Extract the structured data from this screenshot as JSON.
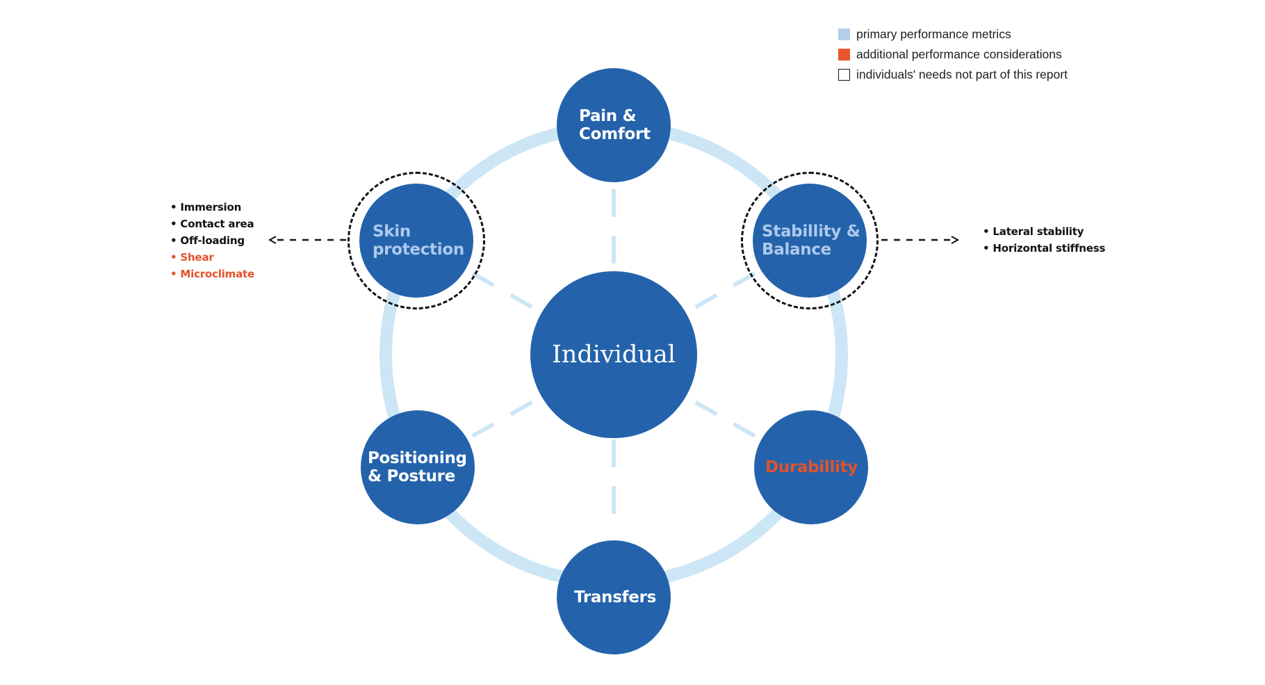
{
  "legend": [
    {
      "label": "primary performance metrics",
      "swatch_color": "#b4cdea",
      "swatch_style": "filled"
    },
    {
      "label": "additional performance considerations",
      "swatch_color": "#e9562d",
      "swatch_style": "filled"
    },
    {
      "label": "individuals' needs not part of this report",
      "swatch_color": "#ffffff",
      "swatch_style": "outline"
    }
  ],
  "center": {
    "label": "Individual"
  },
  "nodes": {
    "pain_comfort": {
      "label": "Pain &\nComfort",
      "color": "#ffffff"
    },
    "skin_protection": {
      "label": "Skin\nprotection",
      "color": "#aec9ec",
      "highlighted": true
    },
    "stability_balance": {
      "label": "Stabillity &\nBalance",
      "color": "#aec9ec",
      "highlighted": true
    },
    "positioning_posture": {
      "label": "Positioning\n& Posture",
      "color": "#ffffff"
    },
    "durability": {
      "label": "Durabillity",
      "color": "#e5522a"
    },
    "transfers": {
      "label": "Transfers",
      "color": "#ffffff"
    }
  },
  "skin_protection_details": [
    {
      "text": "Immersion",
      "color": "#111111"
    },
    {
      "text": "Contact area",
      "color": "#111111"
    },
    {
      "text": "Off-loading",
      "color": "#111111"
    },
    {
      "text": "Shear",
      "color": "#e5522a"
    },
    {
      "text": "Microclimate",
      "color": "#e5522a"
    }
  ],
  "stability_balance_details": [
    {
      "text": "Lateral stability",
      "color": "#111111"
    },
    {
      "text": "Horizontal stiffness",
      "color": "#111111"
    }
  ],
  "colors": {
    "node_fill": "#2463ab",
    "ring": "#cde6f6",
    "spoke": "#cde6f6",
    "dashed_outline": "#111111"
  }
}
